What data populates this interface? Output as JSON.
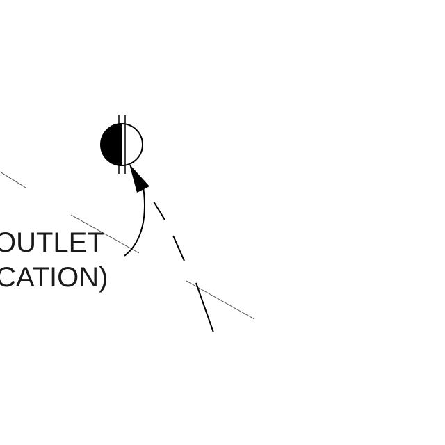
{
  "colors": {
    "background": "#ffffff",
    "ink": "#000000",
    "text": "#1a1a1a",
    "thin_line": "#4a4a4a"
  },
  "symbol": {
    "icon": "outlet-symbol-icon",
    "style": "circle half-filled black on left, two vertical tick lines through center"
  },
  "annotation": {
    "line1": "OUTLET",
    "line2": "CATION)"
  }
}
